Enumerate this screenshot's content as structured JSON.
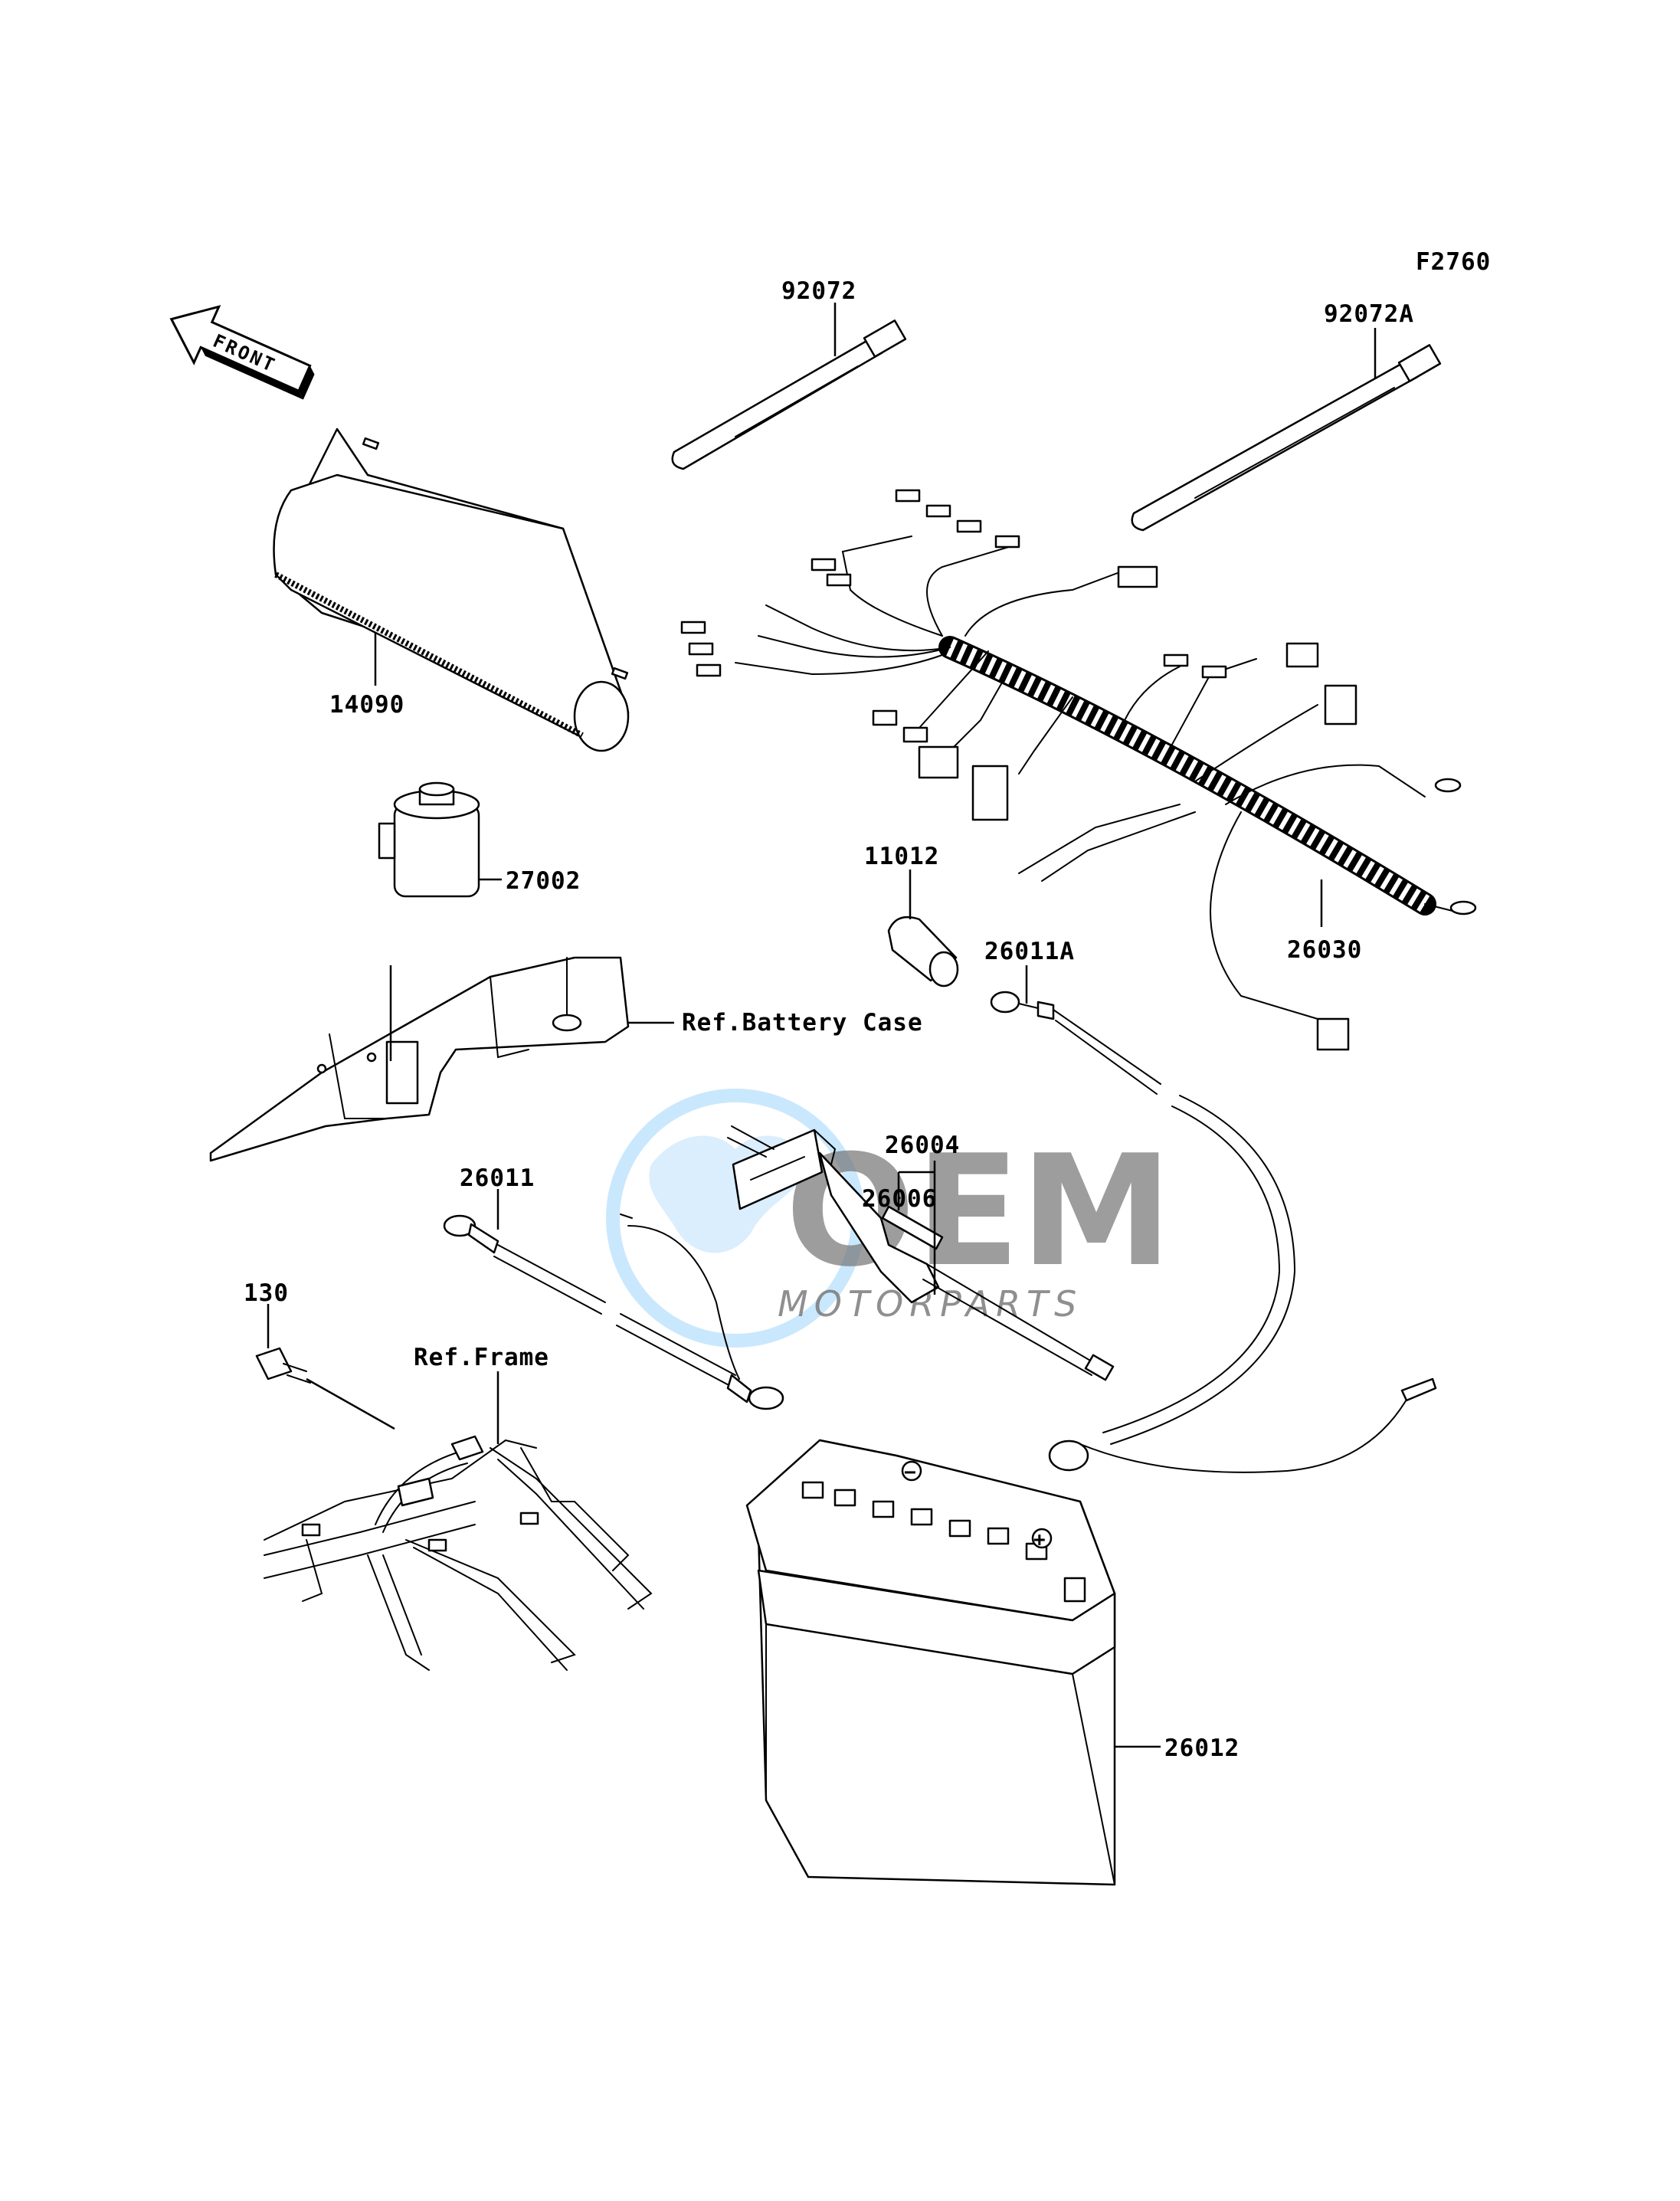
{
  "diagram": {
    "figure_code": "F2760",
    "front_label": "FRONT",
    "labels": {
      "p92072": "92072",
      "p92072A": "92072A",
      "p14090": "14090",
      "p27002": "27002",
      "p11012": "11012",
      "p26030": "26030",
      "p26011A": "26011A",
      "p26004": "26004",
      "p26006": "26006",
      "p26011": "26011",
      "p130": "130",
      "p26012": "26012",
      "ref_battery_case": "Ref.Battery Case",
      "ref_frame": "Ref.Frame"
    },
    "battery_terminals": {
      "negative": "−",
      "positive": "+"
    }
  },
  "watermark": {
    "brand": "OEM",
    "sub": "MOTORPARTS",
    "colors": {
      "globe": "#3fa9f5",
      "text": "#b8b8b8"
    }
  }
}
